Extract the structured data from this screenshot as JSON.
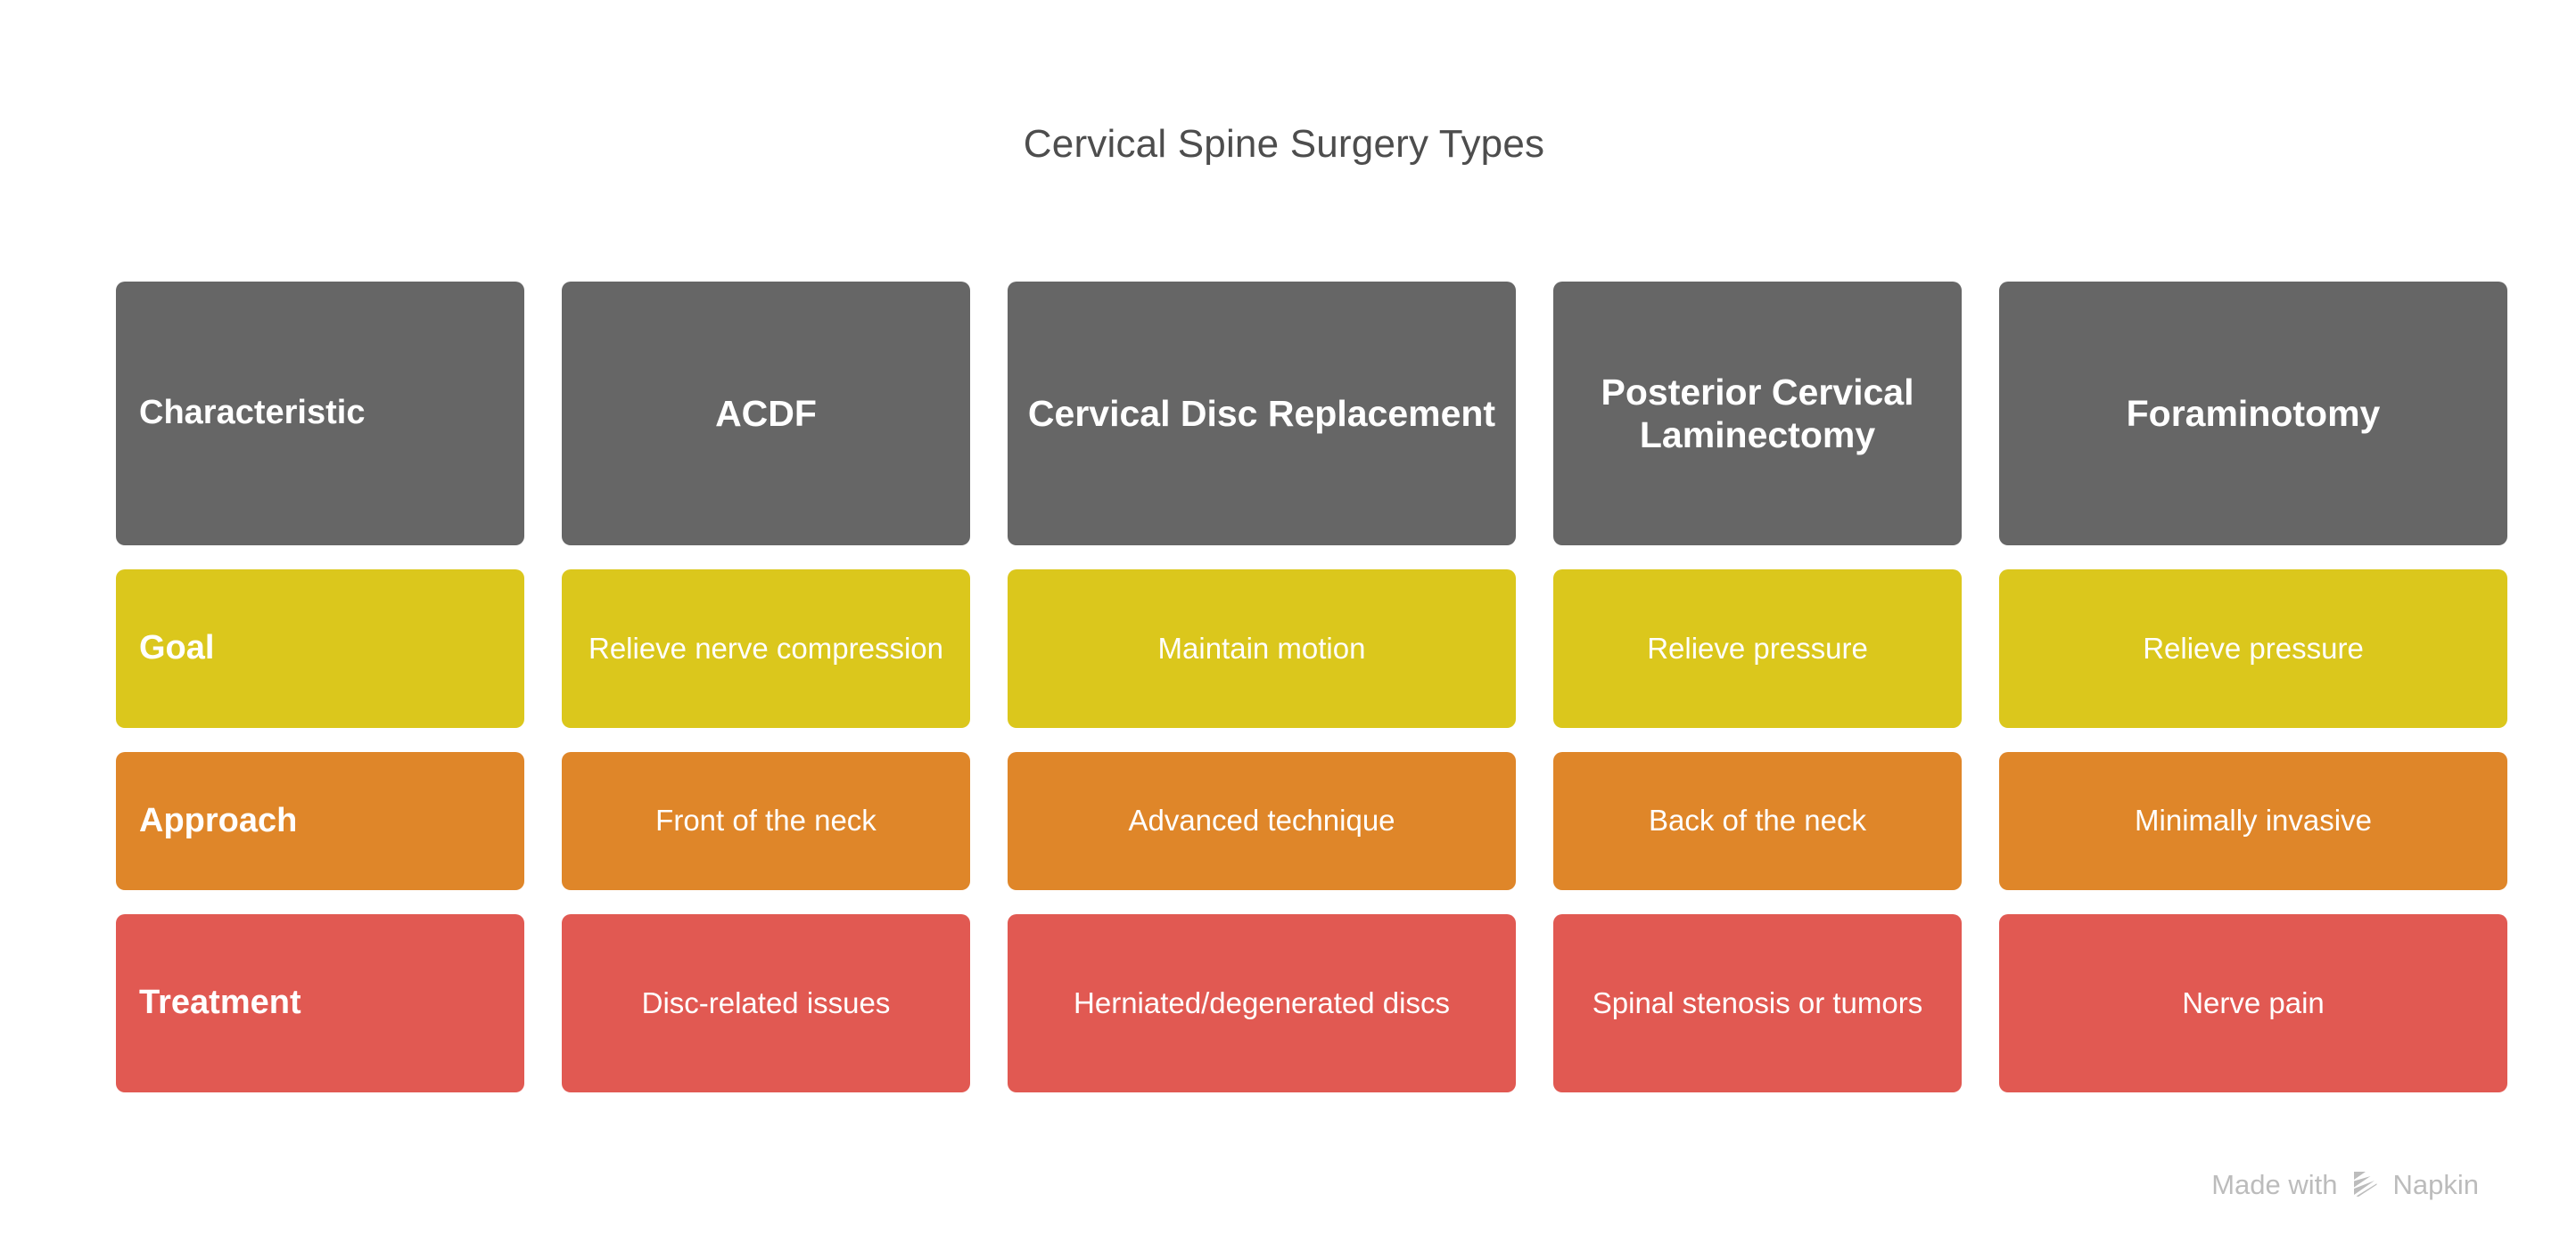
{
  "title": "Cervical Spine Surgery Types",
  "colors": {
    "background": "#ffffff",
    "title_text": "#4d4d4d",
    "header": "#666666",
    "goal_row": "#DBC71C",
    "approach_row": "#DF8629",
    "treatment_row": "#E15952",
    "cell_text": "#ffffff",
    "watermark": "#bcbcbc"
  },
  "chart_data": {
    "type": "table",
    "title": "Cervical Spine Surgery Types",
    "columns": [
      "Characteristic",
      "ACDF",
      "Cervical Disc Replacement",
      "Posterior Cervical Laminectomy",
      "Foraminotomy"
    ],
    "rows": [
      {
        "label": "Goal",
        "values": [
          "Relieve nerve compression",
          "Maintain motion",
          "Relieve pressure",
          "Relieve pressure"
        ]
      },
      {
        "label": "Approach",
        "values": [
          "Front of the neck",
          "Advanced technique",
          "Back of the neck",
          "Minimally invasive"
        ]
      },
      {
        "label": "Treatment",
        "values": [
          "Disc-related issues",
          "Herniated/degenerated discs",
          "Spinal stenosis or tumors",
          "Nerve pain"
        ]
      }
    ]
  },
  "table": {
    "header": {
      "c0": "Characteristic",
      "c1": "ACDF",
      "c2": "Cervical Disc Replacement",
      "c3": "Posterior Cervical Laminectomy",
      "c4": "Foraminotomy"
    },
    "goal": {
      "label": "Goal",
      "c1": "Relieve nerve compression",
      "c2": "Maintain motion",
      "c3": "Relieve pressure",
      "c4": "Relieve pressure"
    },
    "approach": {
      "label": "Approach",
      "c1": "Front of the neck",
      "c2": "Advanced technique",
      "c3": "Back of the neck",
      "c4": "Minimally invasive"
    },
    "treatment": {
      "label": "Treatment",
      "c1": "Disc-related issues",
      "c2": "Herniated/degenerated discs",
      "c3": "Spinal stenosis or tumors",
      "c4": "Nerve pain"
    }
  },
  "watermark": {
    "prefix": "Made with",
    "brand": "Napkin",
    "logo_icon": "napkin-logo-icon"
  }
}
